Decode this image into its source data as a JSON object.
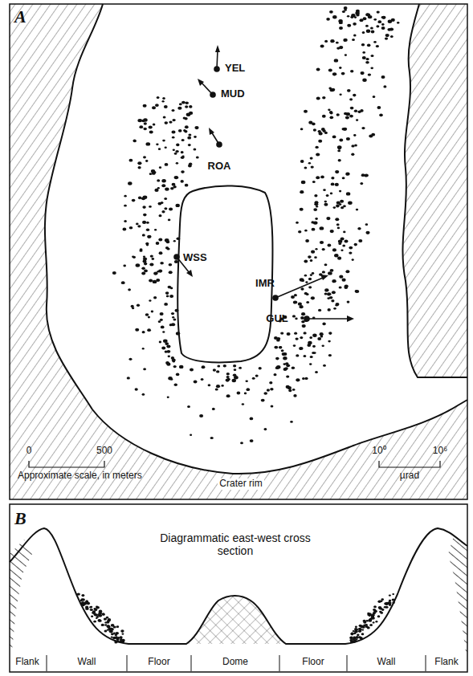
{
  "diagram": {
    "labels": [
      "A",
      "YEL",
      "MUD",
      "ROA",
      "IMR",
      "GUL",
      "WSS",
      "0",
      "500",
      "Approximate scale, in meters",
      "Crater rim",
      "10⁰",
      "10⁶",
      "µrad",
      "B",
      "Diagrammatic east-west cross section",
      "Flank",
      "Wall",
      "Floor",
      "Dome",
      "Floor",
      "Wall",
      "Flank"
    ]
  }
}
